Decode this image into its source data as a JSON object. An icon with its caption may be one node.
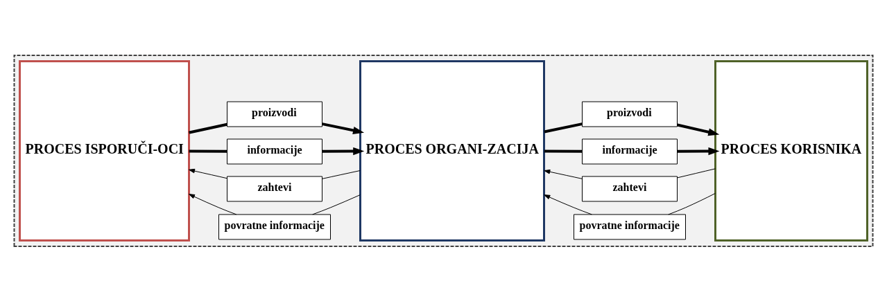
{
  "diagram": {
    "nodes": [
      {
        "text": [],
        "shape": "box"
      },
      {
        "text": [
          "PROCES ISPORUČI-OCI"
        ],
        "in": 0
      },
      {
        "text": [
          "zahtevi"
        ],
        "in": 0
      },
      {
        "text": [
          "proizvodi"
        ],
        "in": 0
      },
      {
        "text": [
          "informacije"
        ],
        "in": 0
      },
      {
        "text": [
          "povratne informacije"
        ],
        "in": 0
      },
      {
        "text": [
          "PROCES ORGANI-ZACIJA"
        ],
        "in": 0
      },
      {
        "text": [
          "zahtevi"
        ],
        "in": 0
      },
      {
        "text": [
          "proizvodi"
        ],
        "in": 0
      },
      {
        "text": [
          "informacije"
        ],
        "in": 0
      },
      {
        "text": [
          "povratne informacije"
        ],
        "in": 0
      },
      {
        "text": [
          "PROCES KORISNIKA"
        ],
        "in": 0
      }
    ],
    "edges": [
      {
        "from": 6,
        "to": 2,
        "arrow": "none"
      },
      {
        "from": 2,
        "to": 1,
        "arrow": "to"
      },
      {
        "from": 1,
        "to": 3,
        "arrow": "none",
        "style": "thick"
      },
      {
        "from": 3,
        "to": 6,
        "arrow": "to",
        "style": "thick"
      },
      {
        "from": 1,
        "to": 4,
        "arrow": "none",
        "style": "thick"
      },
      {
        "from": 4,
        "to": 6,
        "arrow": "to",
        "style": "thick"
      },
      {
        "from": 6,
        "to": 5,
        "arrow": "none"
      },
      {
        "from": 5,
        "to": 1,
        "arrow": "to"
      },
      {
        "from": 11,
        "to": 7,
        "arrow": "none"
      },
      {
        "from": 7,
        "to": 6,
        "arrow": "to"
      },
      {
        "from": 6,
        "to": 8,
        "arrow": "none",
        "style": "thick"
      },
      {
        "from": 8,
        "to": 11,
        "arrow": "to",
        "style": "thick"
      },
      {
        "from": 6,
        "to": 9,
        "arrow": "none",
        "style": "thick"
      },
      {
        "from": 9,
        "to": 11,
        "arrow": "to",
        "style": "thick"
      },
      {
        "from": 11,
        "to": 10,
        "arrow": "none"
      },
      {
        "from": 10,
        "to": 6,
        "arrow": "to"
      }
    ]
  }
}
